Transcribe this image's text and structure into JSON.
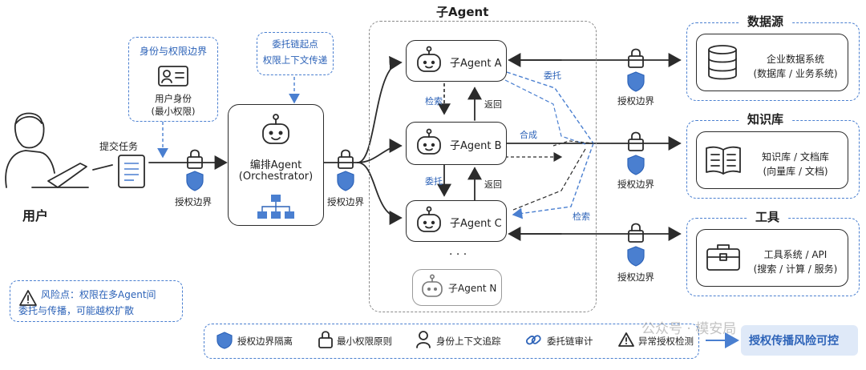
{
  "user": {
    "label": "用户",
    "submit_task": "提交任务"
  },
  "identity_note": {
    "title": "身份与权限边界",
    "line1": "用户身份",
    "line2": "(最小权限)"
  },
  "delegation_note": {
    "line1": "委托链起点",
    "line2": "权限上下文传递"
  },
  "orchestrator": {
    "line1": "编排Agent",
    "line2": "(Orchestrator)"
  },
  "auth_boundary": "授权边界",
  "sub_agents": {
    "title": "子Agent",
    "a": "子Agent A",
    "b": "子Agent B",
    "c": "子Agent C",
    "n": "子Agent N",
    "ellipsis": "· · ·"
  },
  "flows": {
    "retrieve": "检索",
    "return": "返回",
    "delegate": "委托",
    "synthesize": "合成"
  },
  "resources": {
    "data_source": {
      "title": "数据源",
      "line1": "企业数据系统",
      "line2": "(数据库 / 业务系统)"
    },
    "knowledge": {
      "title": "知识库",
      "line1": "知识库 / 文档库",
      "line2": "(向量库 / 文档)"
    },
    "tools": {
      "title": "工具",
      "line1": "工具系统 / API",
      "line2": "(搜索 / 计算 / 服务)"
    }
  },
  "risk": {
    "line1": "风险点：权限在多Agent间",
    "line2": "委托与传播，可能越权扩散"
  },
  "legend": {
    "isolation": "授权边界隔离",
    "least_privilege": "最小权限原则",
    "identity_trace": "身份上下文追踪",
    "chain_audit": "委托链审计",
    "anomaly": "异常授权检测",
    "conclusion": "授权传播风险可控"
  },
  "watermark": "公众号 · 模安局",
  "colors": {
    "accent": "#2d63b8",
    "shield": "#4a7fd0",
    "ink": "#2b2b2b"
  }
}
